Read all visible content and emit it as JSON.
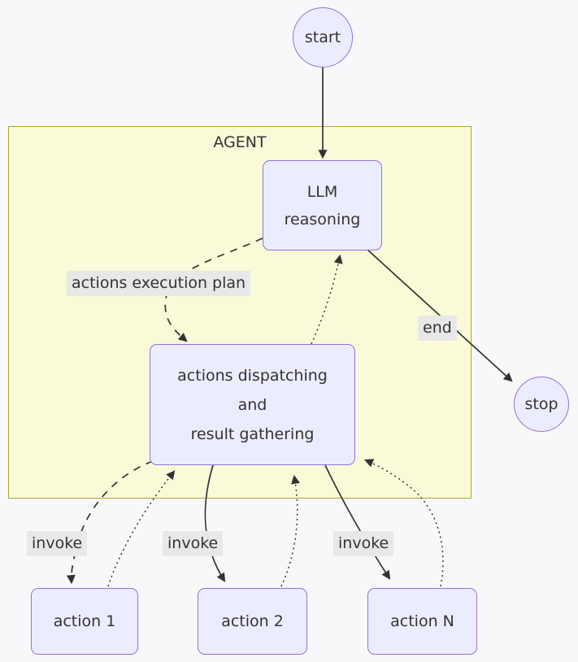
{
  "cluster": {
    "label": "AGENT"
  },
  "nodes": {
    "start": {
      "lines": [
        "start"
      ]
    },
    "llm": {
      "lines": [
        "LLM",
        "reasoning"
      ]
    },
    "dispatch": {
      "lines": [
        "actions dispatching",
        "and",
        "result gathering"
      ]
    },
    "stop": {
      "lines": [
        "stop"
      ]
    },
    "action1": {
      "lines": [
        "action 1"
      ]
    },
    "action2": {
      "lines": [
        "action 2"
      ]
    },
    "actionN": {
      "lines": [
        "action N"
      ]
    }
  },
  "edge_labels": {
    "execution_plan": "actions execution plan",
    "end": "end",
    "invoke1": "invoke",
    "invoke2": "invoke",
    "invoke3": "invoke"
  },
  "colors": {
    "canvas_bg": "#F8F8FA",
    "node_fill": "#ECECFF",
    "node_border": "#9370DB",
    "cluster_fill": "#FAFAD9",
    "cluster_border": "#AAAA33",
    "edge_color": "#333333",
    "edge_label_bg": "#E8E8E8",
    "text_color": "#333333"
  }
}
